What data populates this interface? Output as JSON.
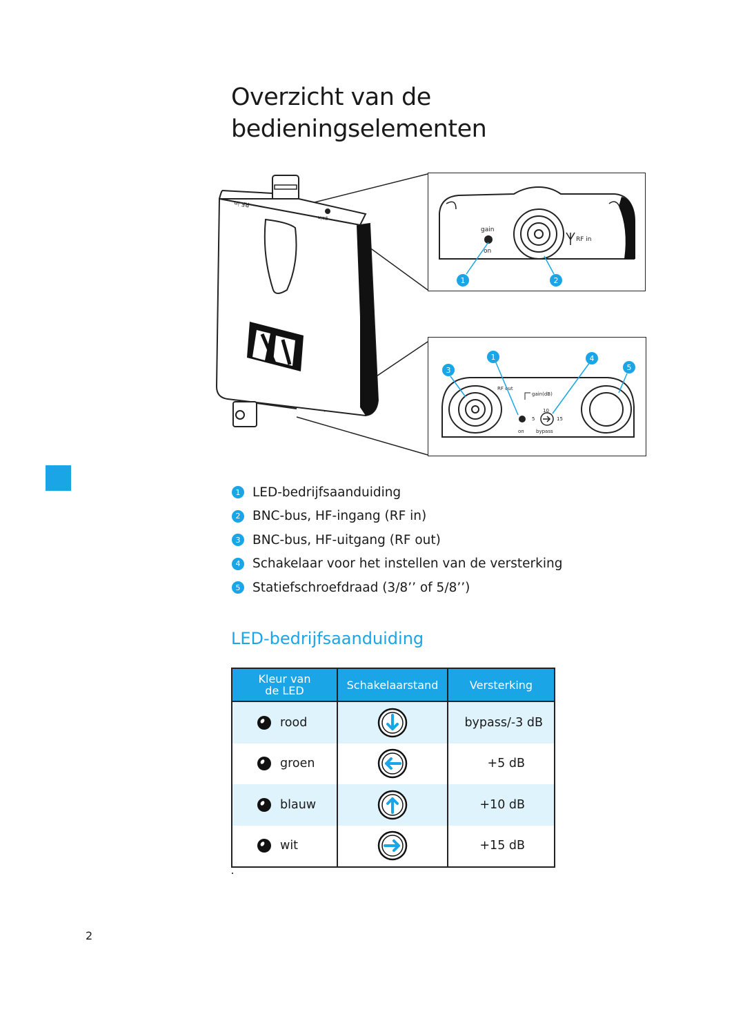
{
  "page": {
    "title_line1": "Overzicht van de",
    "title_line2": "bedieningselementen",
    "page_number": "2"
  },
  "figure": {
    "device_labels": {
      "rf_in": "RF in",
      "gain": "gain",
      "logo": "Sennheiser logo"
    },
    "detail_top": {
      "label_gain": "gain",
      "label_on": "on",
      "label_rf_in": "RF  in",
      "callouts": [
        "1",
        "2"
      ]
    },
    "detail_bottom": {
      "label_rf_out": "RF  out",
      "label_gain_db": "gain(dB)",
      "label_10": "10",
      "label_5": "5",
      "label_15": "15",
      "label_on": "on",
      "label_bypass": "bypass",
      "callouts": [
        "1",
        "4",
        "3",
        "5"
      ]
    }
  },
  "features": [
    {
      "num": "1",
      "label": "LED-bedrijfsaanduiding"
    },
    {
      "num": "2",
      "label": "BNC-bus, HF-ingang (RF in)"
    },
    {
      "num": "3",
      "label": "BNC-bus, HF-uitgang (RF out)"
    },
    {
      "num": "4",
      "label": "Schakelaar voor het instellen van de versterking"
    },
    {
      "num": "5",
      "label": "Statiefschroefdraad (3/8’’ of 5/8’’)"
    }
  ],
  "led_section": {
    "heading": "LED-bedrijfsaanduiding",
    "headers": {
      "led_line1": "Kleur van",
      "led_line2": "de LED",
      "switch": "Schakelaarstand",
      "gain": "Versterking"
    },
    "rows": [
      {
        "color": "rood",
        "switch_icon": "arrow-down-icon",
        "gain": "bypass/-3 dB"
      },
      {
        "color": "groen",
        "switch_icon": "arrow-left-icon",
        "gain": "+5 dB"
      },
      {
        "color": "blauw",
        "switch_icon": "arrow-up-icon",
        "gain": "+10 dB"
      },
      {
        "color": "wit",
        "switch_icon": "arrow-right-icon",
        "gain": "+15 dB"
      }
    ]
  },
  "colors": {
    "accent": "#1aa5e6",
    "row_tint": "#dff3fc",
    "text": "#1a1a1a"
  }
}
